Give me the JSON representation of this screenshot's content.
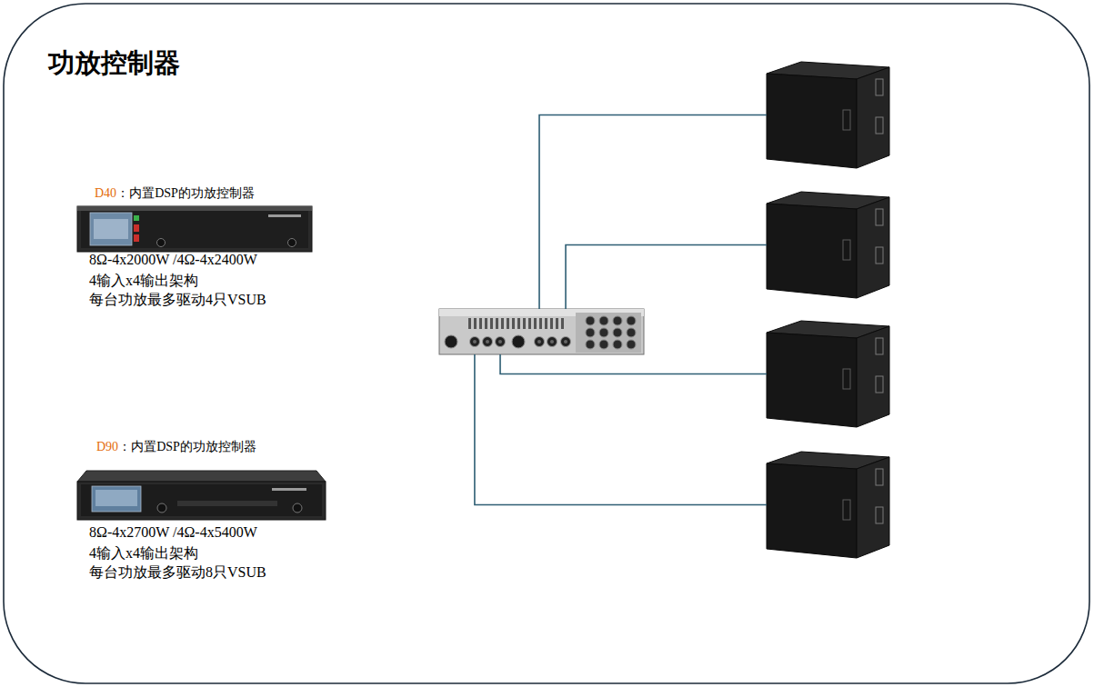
{
  "diagram": {
    "title": "功放控制器",
    "nodes": [
      {
        "text": [
          "D40",
          "：内置DSP的功放控制器",
          "8Ω-4x2000W /4Ω-4x2400W",
          "4输入x4输出架构",
          "每台功放最多驱动4只VSUB"
        ]
      },
      {
        "text": [
          "D90",
          "：内置DSP的功放控制器",
          "8Ω-4x2700W /4Ω-4x5400W",
          "4输入x4输出架构",
          "每台功放最多驱动8只VSUB"
        ]
      },
      {
        "text": []
      },
      {
        "text": []
      },
      {
        "text": []
      },
      {
        "text": []
      },
      {
        "text": []
      }
    ],
    "edges": [
      {
        "from": 2,
        "to": 3,
        "arrow": "none"
      },
      {
        "from": 2,
        "to": 4,
        "arrow": "none"
      },
      {
        "from": 2,
        "to": 5,
        "arrow": "none"
      },
      {
        "from": 2,
        "to": 6,
        "arrow": "none"
      }
    ]
  }
}
